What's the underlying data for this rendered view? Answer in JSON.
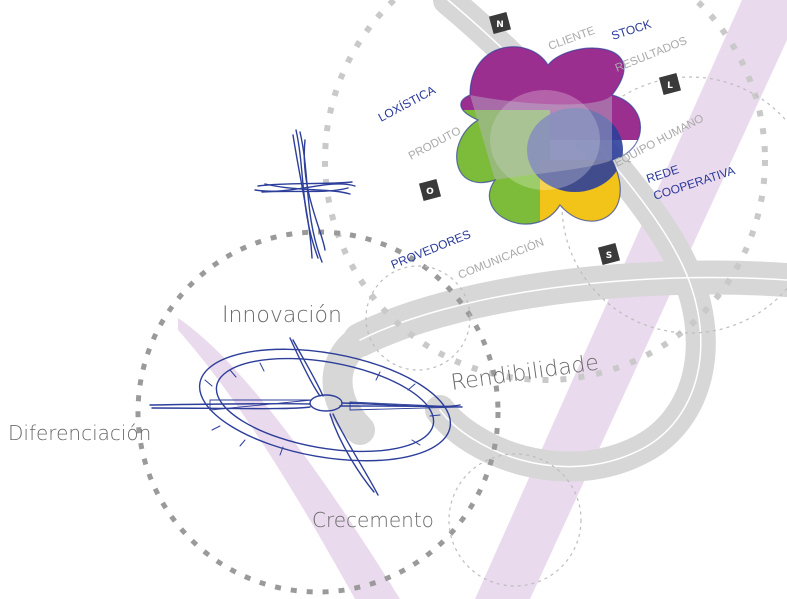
{
  "compass_labels": {
    "n": "N",
    "l": "L",
    "o": "O",
    "s": "S"
  },
  "blue_labels": {
    "stock": "STOCK",
    "loxistica": "LOXÍSTICA",
    "rede_line1": "REDE",
    "rede_line2": "COOPERATIVA",
    "provedores": "PROVEDORES"
  },
  "grey_labels": {
    "cliente": "CLIENTE",
    "resultados": "RESULTADOS",
    "produto": "PRODUTO",
    "equipo_humano": "EQUIPO HUMANO",
    "comunicacion": "COMUNICACIÓN"
  },
  "handwritten_labels": {
    "innovacion": "Innovación",
    "rendibilidade": "Rendibilidade",
    "diferenciacion": "Diferenciación",
    "crecemento": "Crecemento"
  },
  "colors": {
    "blue_text": "#2a3a9a",
    "grey_text": "#a9a9a9",
    "road": "#d6d6d6",
    "stripe": "#e2d2e6",
    "flower_purple": "#9b2f8f",
    "flower_green": "#7dbb3a",
    "flower_yellow": "#f2c318",
    "flower_blue": "#2d3f9a",
    "badge": "#3a3a3a"
  },
  "icons": [
    "pen-cross-sketch-icon",
    "compass-rose-sketch-icon"
  ]
}
